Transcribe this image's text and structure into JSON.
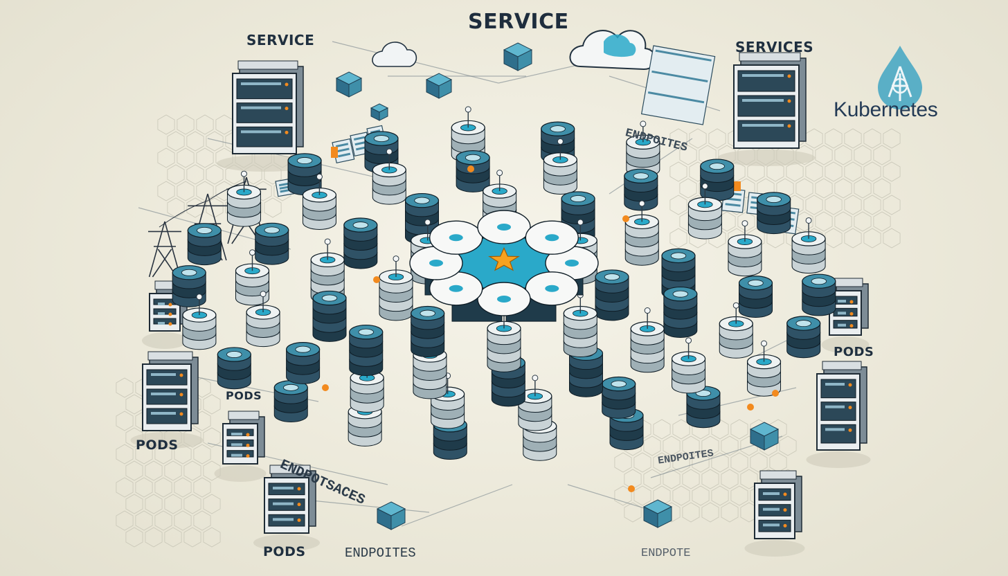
{
  "diagram": {
    "labels": {
      "service_top": "SERVICE",
      "service_left": "SERVICE",
      "services_right": "SERVICES",
      "endpoints_upper": "ENDPOITES",
      "endpoints_mid_left": "ENDPOTSACES",
      "endpoints_mid_right": "ENDPOITES",
      "endpoints_bottom_left": "ENDPOITES",
      "endpoints_bottom_right": "ENDPOTE",
      "pods_right": "PODS",
      "pods_mid_left": "PODS",
      "pods_left": "PODS",
      "pods_bottom": "PODS"
    },
    "brand": {
      "name": "Kubernetes",
      "logo_icon": "kubernetes-drop-logo-icon"
    },
    "colors": {
      "background": "#ece9da",
      "stack_dark": "#2f5266",
      "stack_teal": "#3f8fa9",
      "pod_light": "#eef2f2",
      "accent_teal": "#2aa9c9",
      "accent_orange": "#f28a1e",
      "star": "#f6a21f"
    },
    "icons": [
      "server-rack-icon",
      "cloud-icon",
      "cube-icon",
      "transmission-tower-icon",
      "pod-stack-icon",
      "star-icon",
      "hexagon-grid-icon"
    ]
  }
}
